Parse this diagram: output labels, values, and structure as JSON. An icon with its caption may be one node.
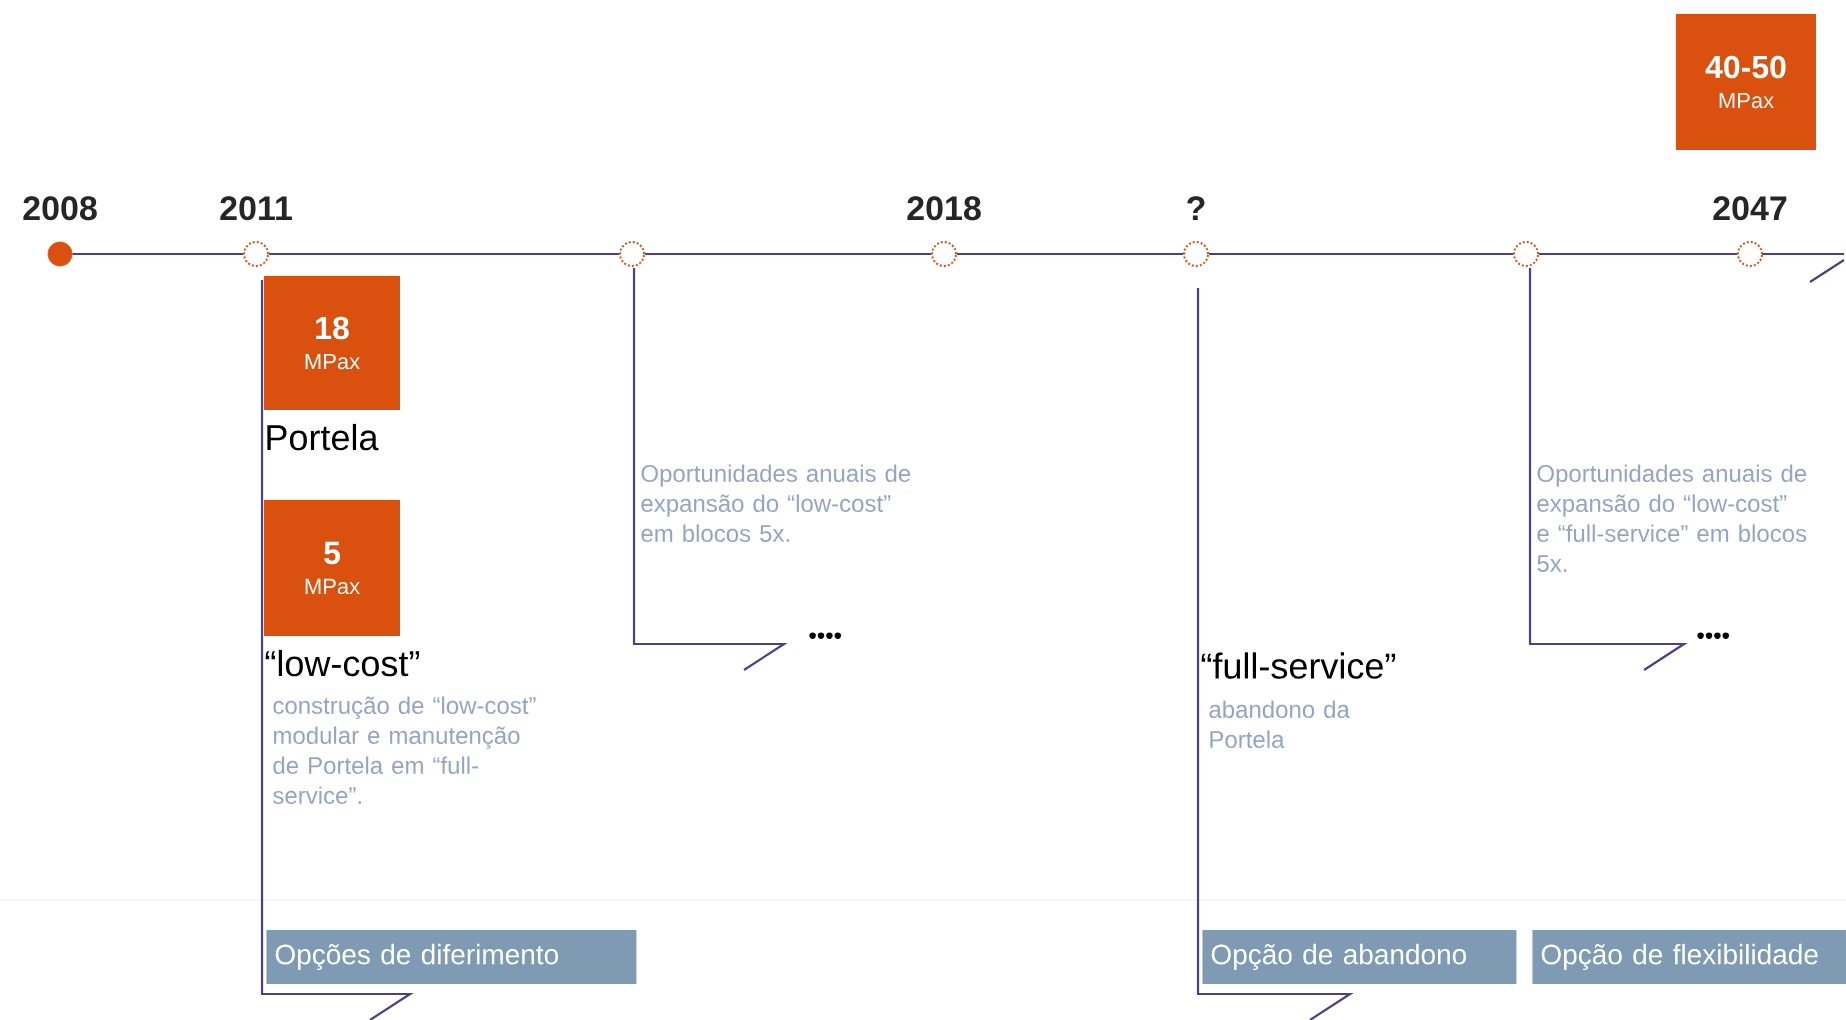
{
  "diagram": {
    "nodes": [
      {
        "text": [],
        "shape": "circle",
        "beside": [
          "2008"
        ]
      },
      {
        "text": [],
        "shape": "circle",
        "beside": [
          "2011"
        ]
      },
      {
        "text": [],
        "shape": "circle"
      },
      {
        "text": [],
        "shape": "circle",
        "beside": [
          "2018"
        ]
      },
      {
        "text": [],
        "shape": "circle",
        "beside": [
          "?"
        ]
      },
      {
        "text": [],
        "shape": "circle"
      },
      {
        "text": [],
        "shape": "circle",
        "beside": [
          "2047"
        ]
      },
      {
        "text": [
          "40-50",
          "MPax"
        ]
      },
      {
        "text": [
          "18",
          "MPax"
        ],
        "beside": [
          "Portela"
        ]
      },
      {
        "text": [
          "5",
          "MPax"
        ],
        "beside": [
          "“low-cost”"
        ]
      },
      {
        "text": [
          "Opções de diferimento"
        ]
      },
      {
        "text": [
          "Opção de abandono"
        ]
      },
      {
        "text": [
          "Opção de flexibilidade"
        ]
      }
    ],
    "edges": [
      {
        "from": 0,
        "to": 1,
        "arrow": "none"
      },
      {
        "from": 1,
        "to": 2,
        "arrow": "none"
      },
      {
        "from": 2,
        "to": 3,
        "arrow": "none"
      },
      {
        "from": 3,
        "to": 4,
        "arrow": "none"
      },
      {
        "from": 4,
        "to": 5,
        "arrow": "none"
      },
      {
        "from": 5,
        "to": 6,
        "arrow": "none"
      }
    ],
    "labels": [
      "Oportunidades anuais de expansão do “low-cost” em blocos 5x.",
      "Oportunidades anuais de expansão do “low-cost” e “full-service” em blocos 5x.",
      "••••",
      "••••",
      "“full-service”",
      "abandono da Portela",
      "construção de “low-cost” modular e manutenção de Portela em “full-service”."
    ]
  }
}
